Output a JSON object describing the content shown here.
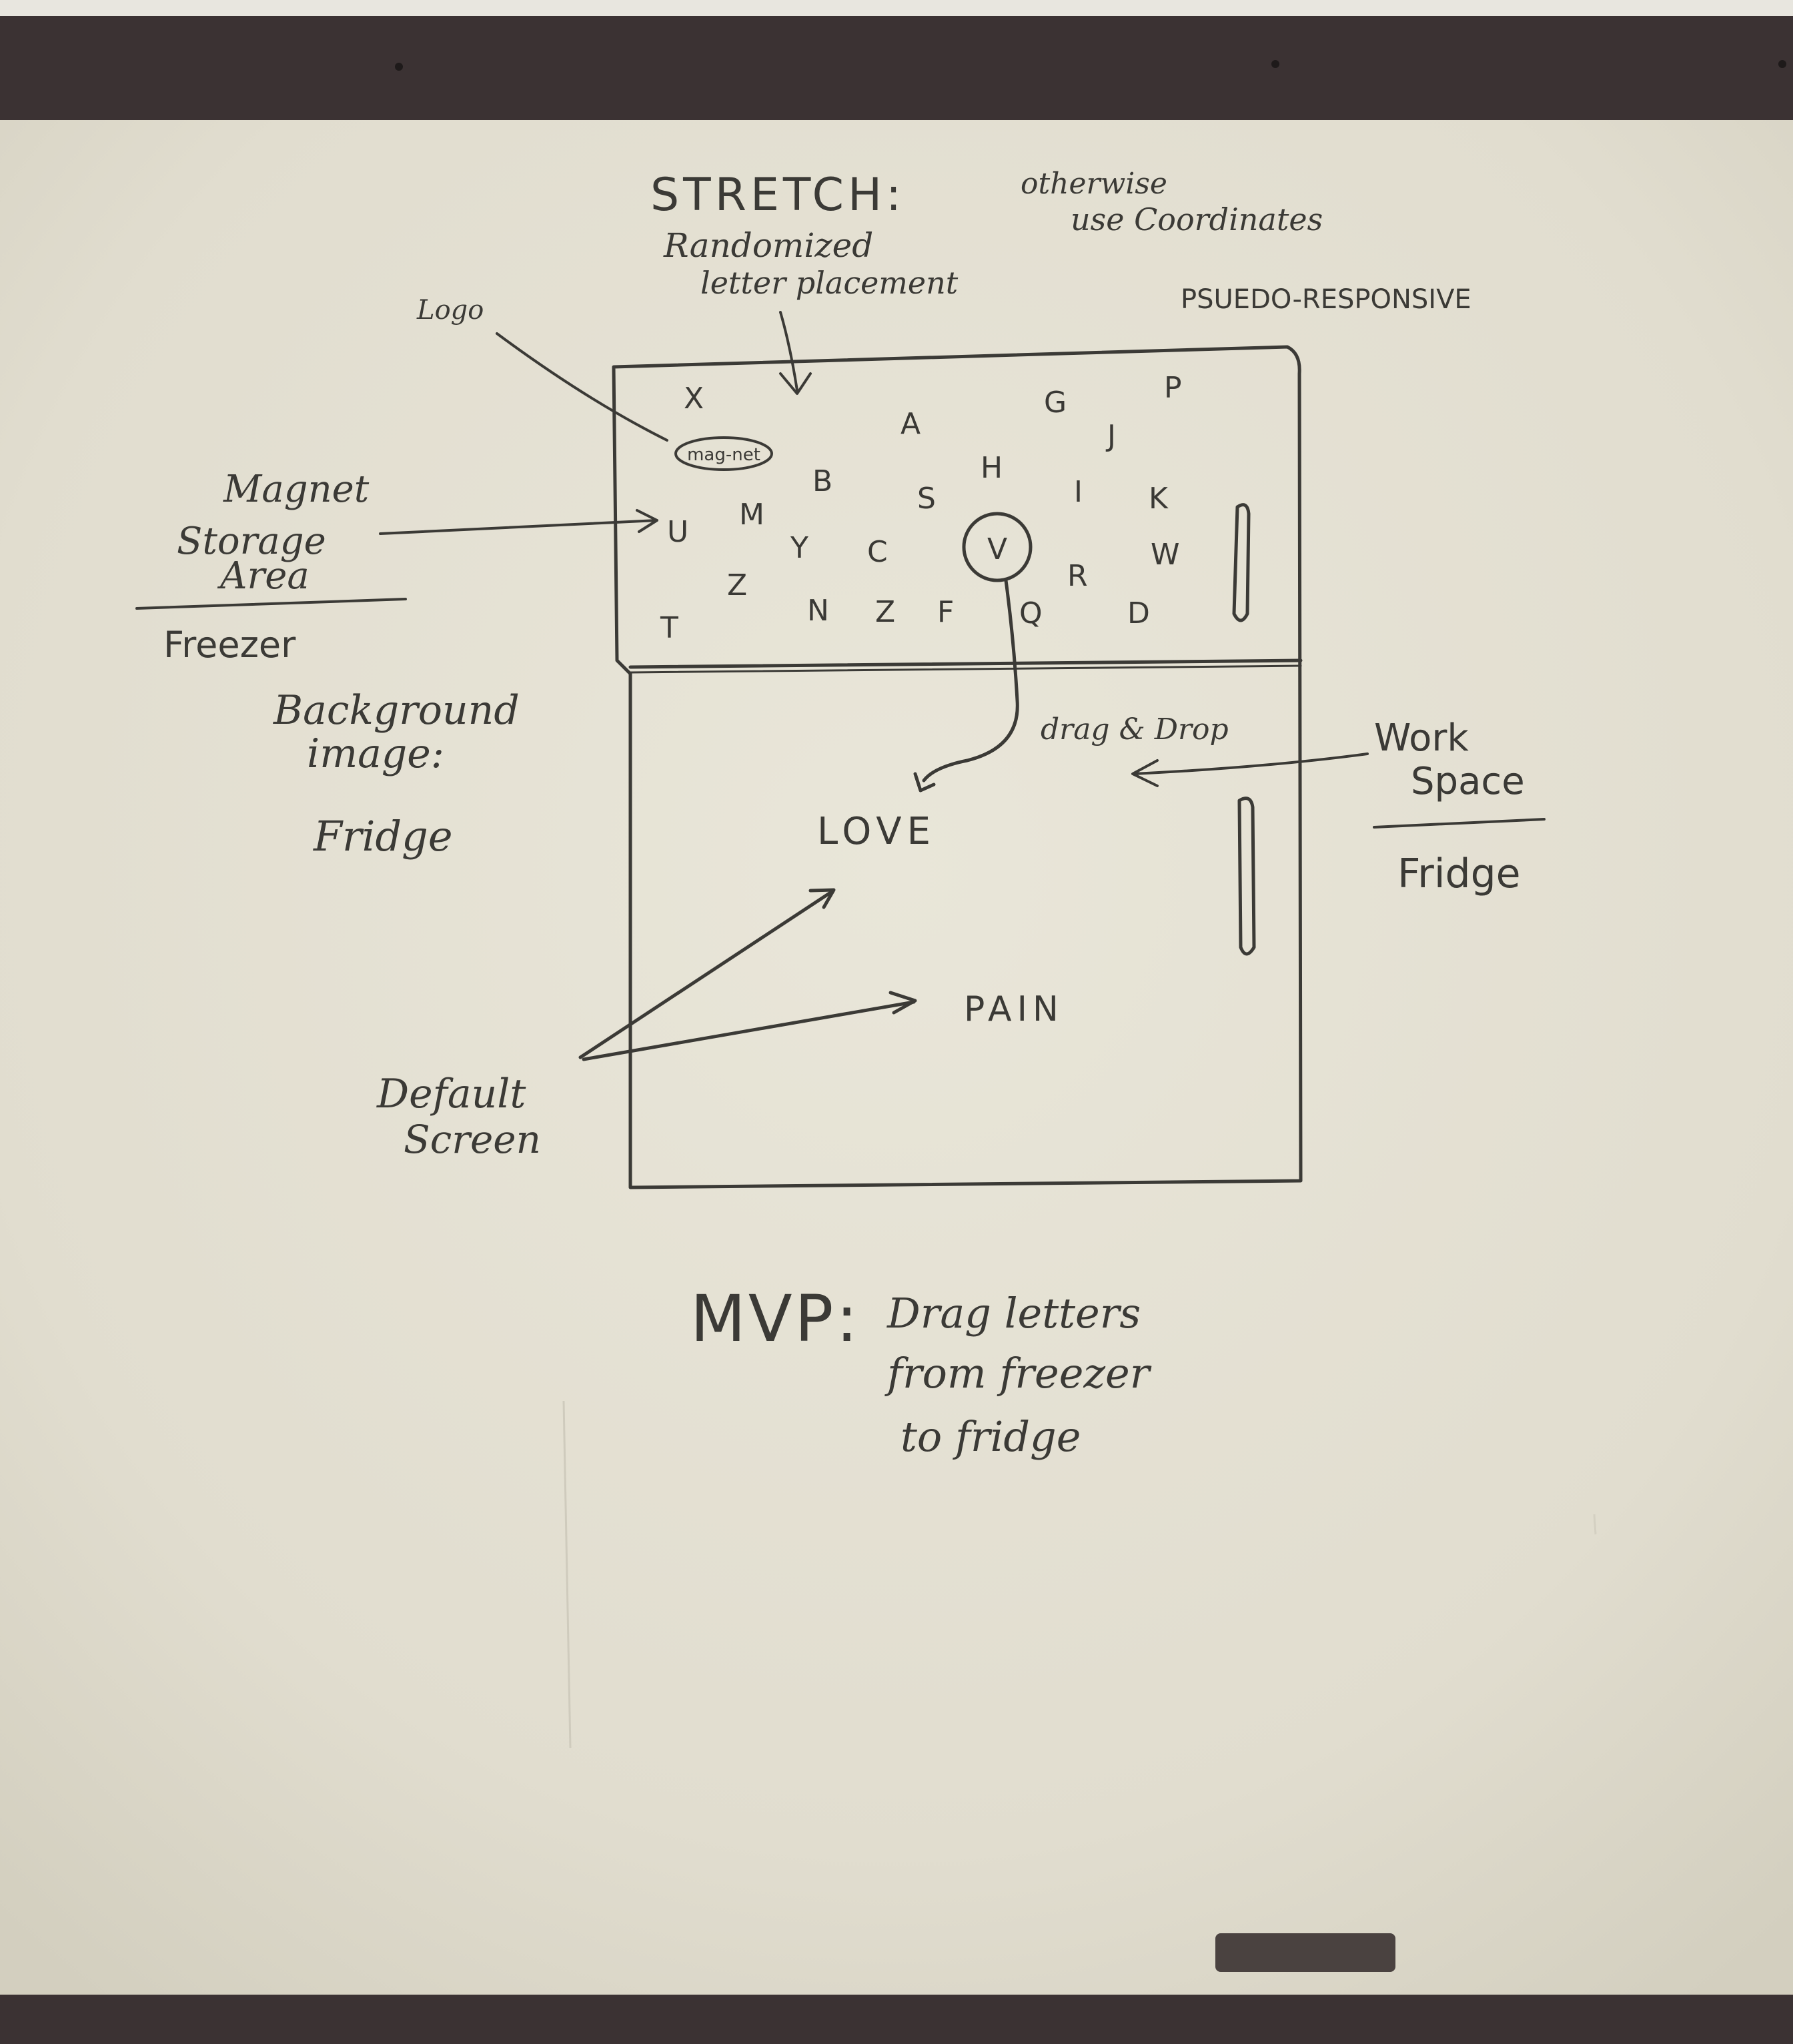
{
  "whiteboard": {
    "stretch_title": "STRETCH:",
    "stretch_line1": "Randomized",
    "stretch_line2": "letter placement",
    "otherwise_line1": "otherwise",
    "otherwise_line2": "use Coordinates",
    "pseudo_responsive": "PSUEDO-RESPONSIVE",
    "logo_label": "Logo",
    "logo_badge": "mag-net",
    "magnet_line1": "Magnet",
    "magnet_line2": "Storage",
    "magnet_line3": "Area",
    "freezer_label": "Freezer",
    "background_line1": "Background",
    "background_line2": "image:",
    "background_line3": "Fridge",
    "drag_drop": "drag & Drop",
    "work_line1": "Work",
    "work_line2": "Space",
    "fridge_label": "Fridge",
    "default_line1": "Default",
    "default_line2": "Screen",
    "mvp_title": "MVP:",
    "mvp_line1": "Drag letters",
    "mvp_line2": "from freezer",
    "mvp_line3": "to fridge",
    "word_love": "LOVE",
    "word_pain": "PAIN"
  },
  "freezer_letters": [
    "X",
    "A",
    "G",
    "P",
    "J",
    "B",
    "H",
    "S",
    "I",
    "K",
    "U",
    "M",
    "Y",
    "C",
    "V",
    "R",
    "W",
    "Z",
    "N",
    "Z",
    "F",
    "Q",
    "D",
    "T"
  ],
  "colors": {
    "board": "#e4e1d4",
    "frame": "#3a3232",
    "ink": "#3b3a36"
  }
}
